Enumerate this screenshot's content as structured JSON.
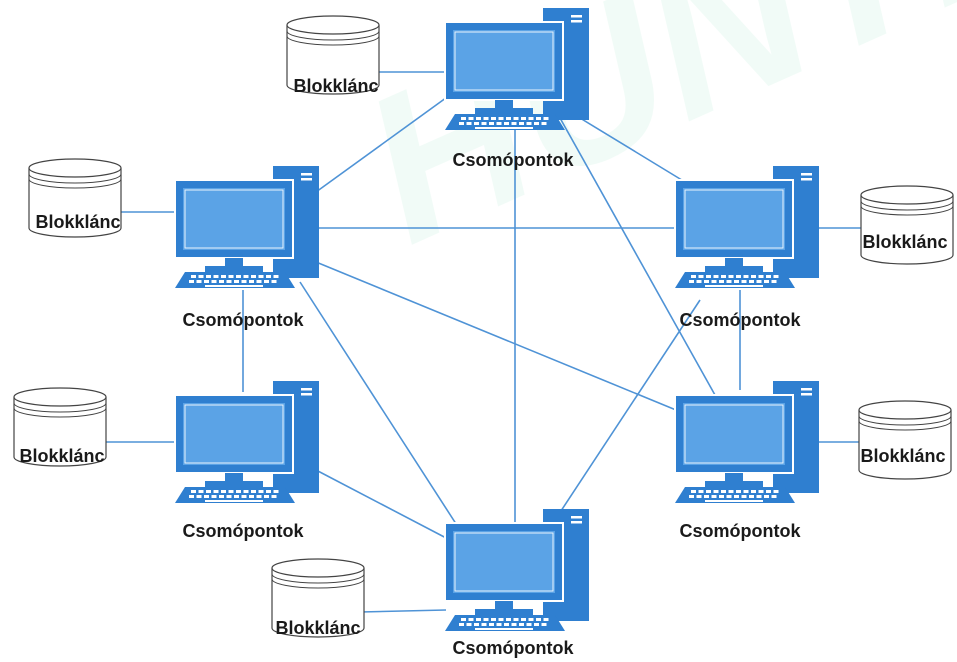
{
  "diagram": {
    "watermark": "HUNTER",
    "colors": {
      "computer": "#2f7fd0",
      "computer_light": "#5ba3e6",
      "screen": "#e9f3fc",
      "link": "#4f93d6",
      "db_stroke": "#444444",
      "db_fill": "#ffffff"
    },
    "nodes": [
      {
        "id": "top",
        "label": "Csomópontok",
        "db_label": "Blokklánc"
      },
      {
        "id": "upper-left",
        "label": "Csomópontok",
        "db_label": "Blokklánc"
      },
      {
        "id": "upper-right",
        "label": "Csomópontok",
        "db_label": "Blokklánc"
      },
      {
        "id": "lower-left",
        "label": "Csomópontok",
        "db_label": "Blokklánc"
      },
      {
        "id": "lower-right",
        "label": "Csomópontok",
        "db_label": "Blokklánc"
      },
      {
        "id": "bottom",
        "label": "Csomópontok",
        "db_label": "Blokklánc"
      }
    ]
  }
}
